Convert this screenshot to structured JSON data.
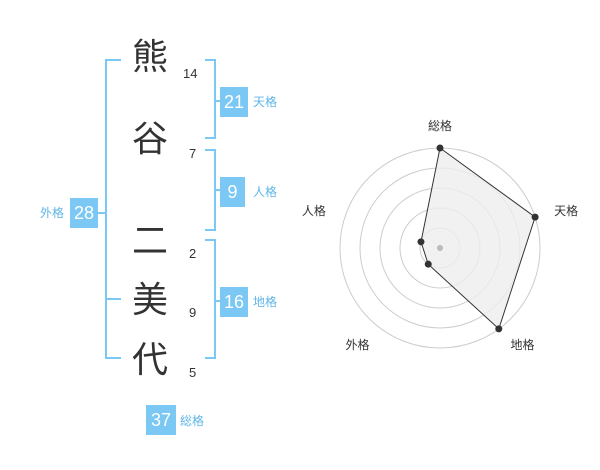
{
  "name": {
    "chars": [
      {
        "char": "熊",
        "strokes": "14"
      },
      {
        "char": "谷",
        "strokes": "7"
      },
      {
        "char": "二",
        "strokes": "2"
      },
      {
        "char": "美",
        "strokes": "9"
      },
      {
        "char": "代",
        "strokes": "5"
      }
    ]
  },
  "kakusu": {
    "tenkaku": {
      "value": "21",
      "label": "天格"
    },
    "jinkaku": {
      "value": "9",
      "label": "人格"
    },
    "chikaku": {
      "value": "16",
      "label": "地格"
    },
    "gaikaku": {
      "value": "28",
      "label": "外格"
    },
    "soukaku": {
      "value": "37",
      "label": "総格"
    }
  },
  "radar": {
    "axes": [
      "総格",
      "天格",
      "地格",
      "外格",
      "人格"
    ],
    "values": [
      5,
      5,
      5,
      1,
      1
    ],
    "max": 5,
    "rings": 5,
    "colors": {
      "line": "#333333",
      "fill": "#eeeeee",
      "ring": "#cccccc",
      "center": "#bbbbbb"
    }
  },
  "colors": {
    "accent": "#7cc8f5",
    "bracket": "#7cc8f5",
    "label": "#5fb6e6"
  }
}
